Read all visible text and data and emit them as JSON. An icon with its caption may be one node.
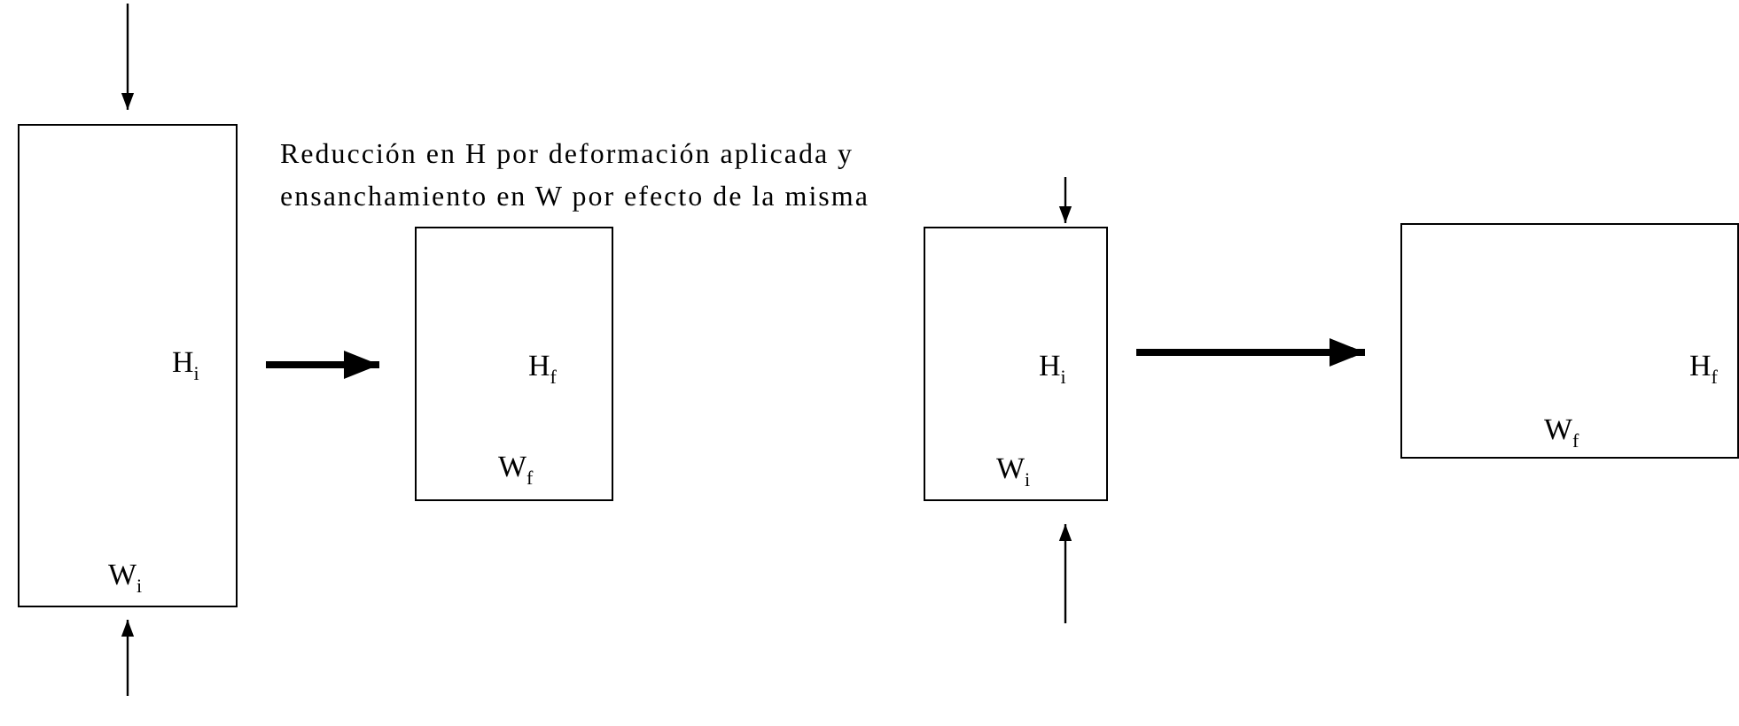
{
  "diagram": {
    "nodes": [
      {
        "text": [
          "H$_{i}$",
          "W$_{i}$"
        ]
      },
      {
        "text": [
          "H$_{f}$",
          "W$_{f}$"
        ]
      },
      {
        "text": [
          "H$_{i}$",
          "W$_{i}$"
        ]
      },
      {
        "text": [
          "H$_{f}$",
          "W$_{f}$"
        ]
      }
    ],
    "edges": [
      {
        "from": 0,
        "to": 1,
        "arrow": "to"
      },
      {
        "from": 2,
        "to": 3,
        "arrow": "to"
      }
    ],
    "labels": [
      "Reducción en H por deformación aplicada y ensanchamiento en W por efecto de la misma"
    ]
  }
}
